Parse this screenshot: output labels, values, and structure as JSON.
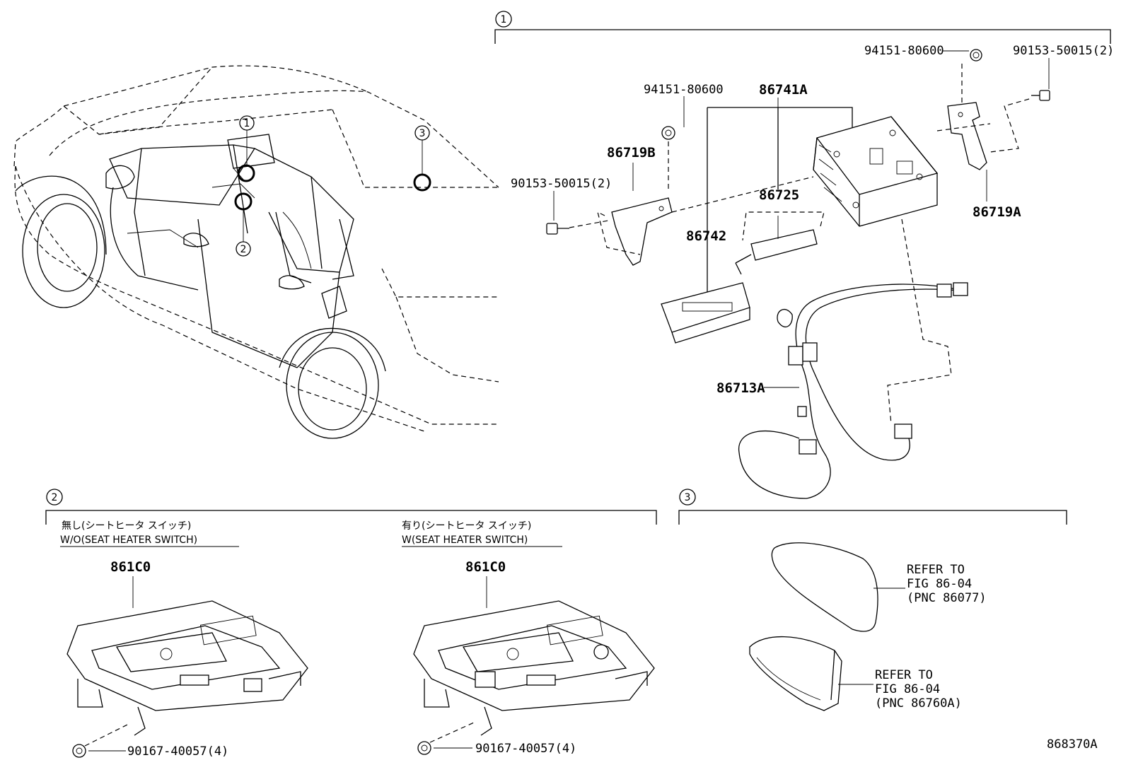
{
  "callouts": {
    "one": "1",
    "two": "2",
    "three": "3"
  },
  "section1": {
    "bolt_left": "90153-50015(2)",
    "bolt_right": "90153-50015(2)",
    "nut_left": "94151-80600",
    "nut_right": "94151-80600",
    "assembly": "86741A",
    "bracket_left": "86719B",
    "bracket_right": "86719A",
    "antenna_module": "86725",
    "tcu_part": "86742",
    "wire_harness": "86713A"
  },
  "section2": {
    "left_jp": "無し(シートヒータ スイッチ)",
    "left_en": "W/O(SEAT HEATER SWITCH)",
    "right_jp": "有り(シートヒータ スイッチ)",
    "right_en": "W(SEAT HEATER SWITCH)",
    "left_part": "861C0",
    "right_part": "861C0",
    "left_screw": "90167-40057(4)",
    "right_screw": "90167-40057(4)"
  },
  "section3": {
    "ref1_line1": "REFER TO",
    "ref1_line2": "FIG 86-04",
    "ref1_line3": "(PNC 86077)",
    "ref2_line1": "REFER TO",
    "ref2_line2": "FIG 86-04",
    "ref2_line3": "(PNC 86760A)"
  },
  "figure_id": "868370A"
}
